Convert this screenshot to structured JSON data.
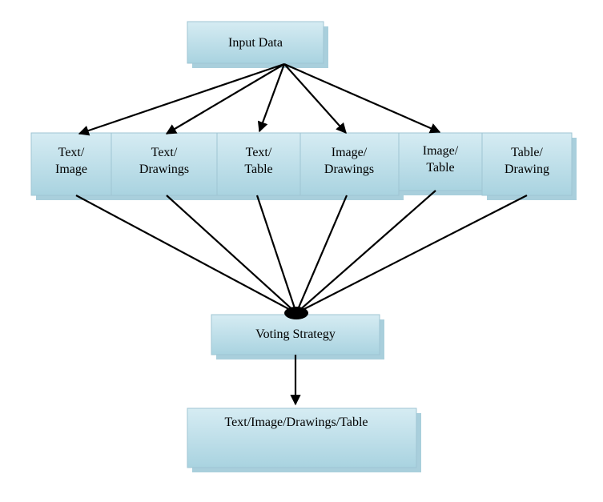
{
  "diagram": {
    "colors": {
      "box_fill_top": "#d6ecf3",
      "box_fill_bottom": "#a9d3e0",
      "box_shadow": "#a9cfdc",
      "box_edge": "#9fc5d3",
      "connector": "#000000"
    },
    "input": {
      "label": "Input Data"
    },
    "categories": [
      {
        "line1": "Text/",
        "line2": "Image"
      },
      {
        "line1": "Text/",
        "line2": "Drawings"
      },
      {
        "line1": "Text/",
        "line2": "Table"
      },
      {
        "line1": "Image/",
        "line2": "Drawings"
      },
      {
        "line1": "Image/",
        "line2": "Table"
      },
      {
        "line1": "Table/",
        "line2": "Drawing"
      }
    ],
    "voting": {
      "label": "Voting Strategy"
    },
    "output": {
      "label": "Text/Image/Drawings/Table"
    }
  }
}
